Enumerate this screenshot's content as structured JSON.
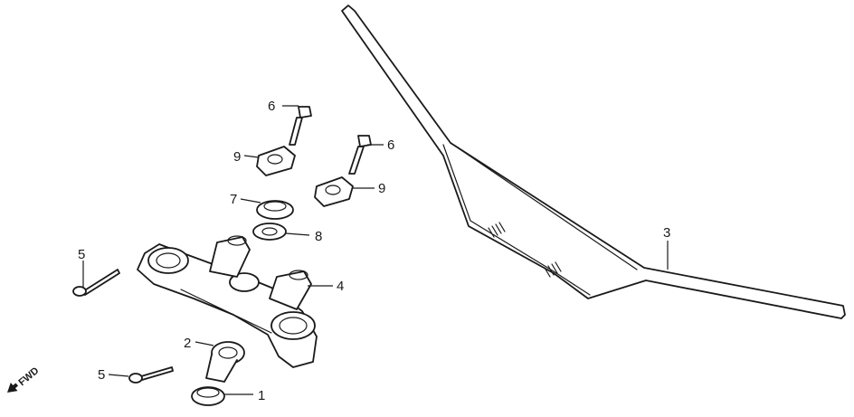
{
  "diagram": {
    "direction_label": "FWD",
    "callouts": [
      {
        "id": "c1",
        "text": "1"
      },
      {
        "id": "c2",
        "text": "2"
      },
      {
        "id": "c3",
        "text": "3"
      },
      {
        "id": "c4",
        "text": "4"
      },
      {
        "id": "c5a",
        "text": "5"
      },
      {
        "id": "c5b",
        "text": "5"
      },
      {
        "id": "c6a",
        "text": "6"
      },
      {
        "id": "c6b",
        "text": "6"
      },
      {
        "id": "c7",
        "text": "7"
      },
      {
        "id": "c8",
        "text": "8"
      },
      {
        "id": "c9a",
        "text": "9"
      },
      {
        "id": "c9b",
        "text": "9"
      }
    ]
  }
}
